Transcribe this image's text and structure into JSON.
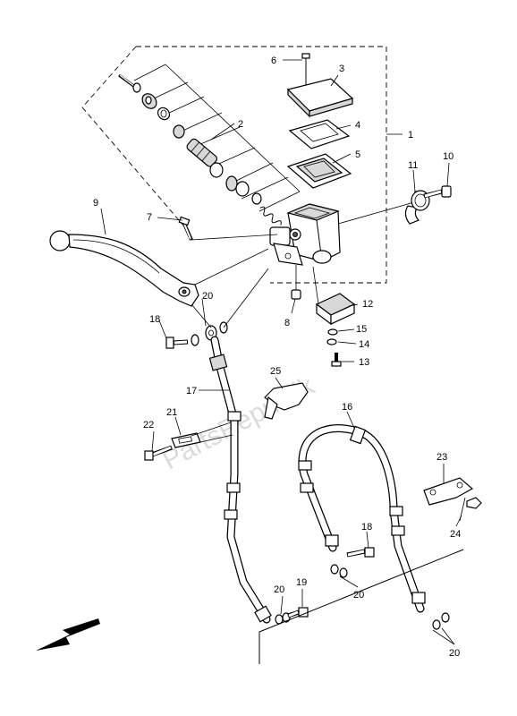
{
  "callouts": {
    "c1": "1",
    "c2": "2",
    "c3": "3",
    "c4": "4",
    "c5": "5",
    "c6": "6",
    "c7": "7",
    "c8": "8",
    "c9": "9",
    "c10": "10",
    "c11": "11",
    "c12": "12",
    "c13": "13",
    "c14": "14",
    "c15": "15",
    "c16": "16",
    "c17": "17",
    "c18a": "18",
    "c18b": "18",
    "c19": "19",
    "c20a": "20",
    "c20b": "20",
    "c20c": "20",
    "c20d": "20",
    "c21": "21",
    "c22": "22",
    "c23": "23",
    "c24": "24",
    "c25": "25"
  },
  "watermark": "PartsRepublik",
  "icons": {
    "direction_arrow": "front-direction-arrow-icon"
  }
}
